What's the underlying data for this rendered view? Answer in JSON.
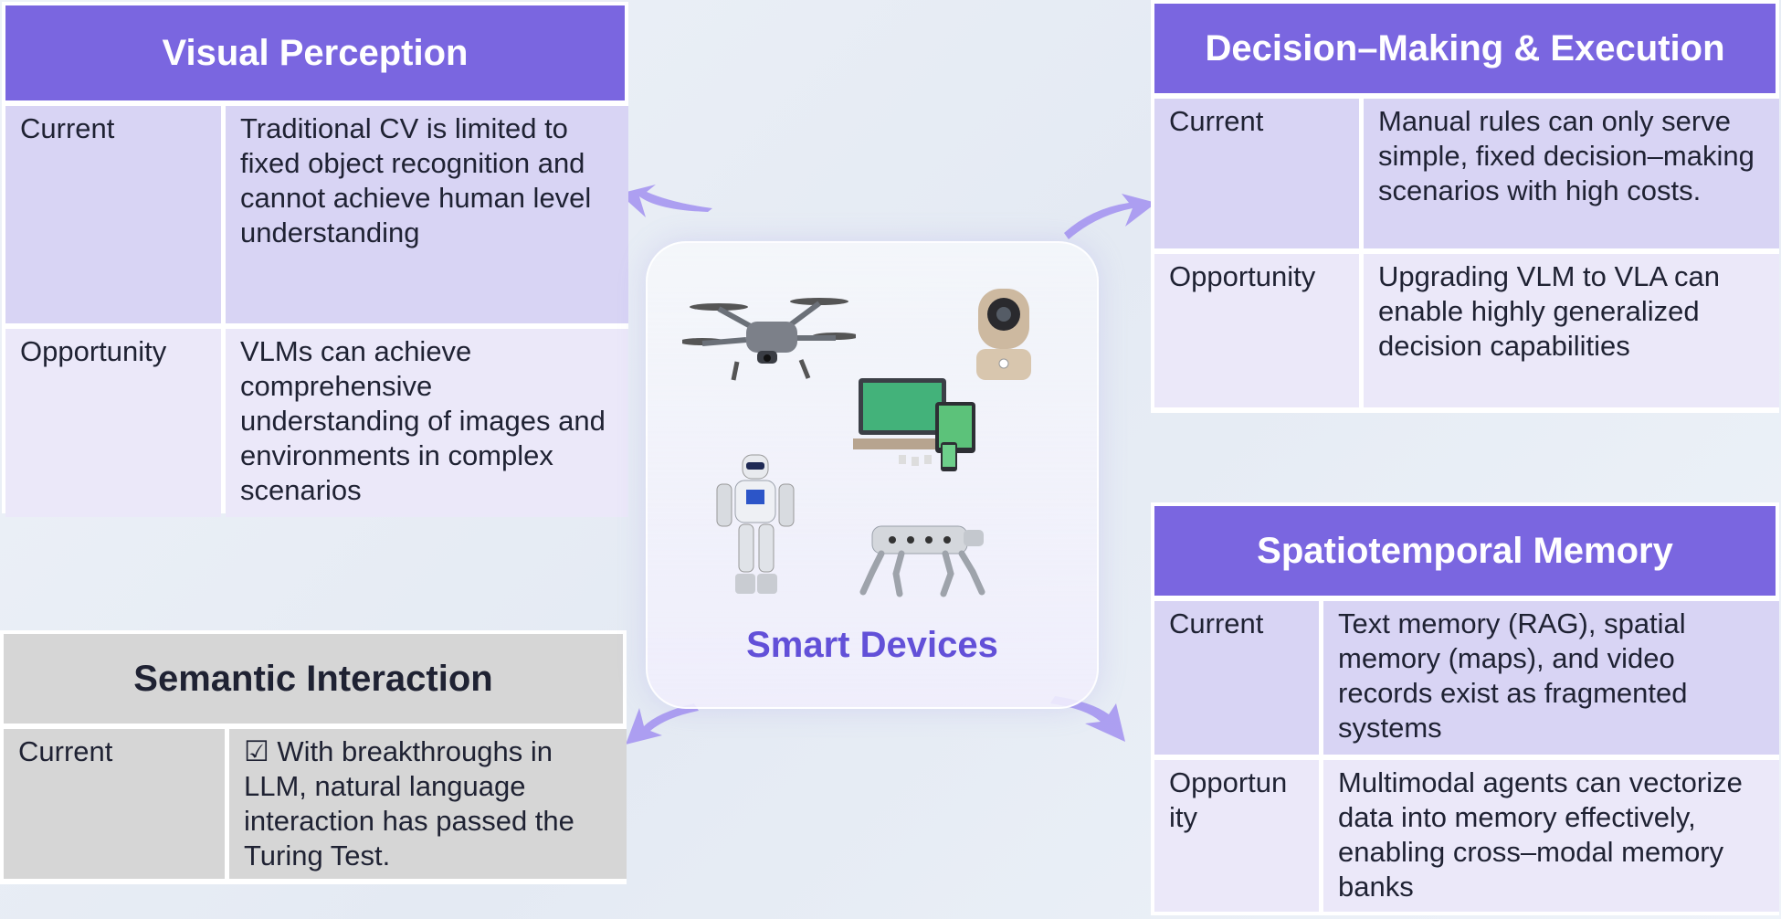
{
  "center": {
    "title": "Smart Devices",
    "devices": [
      "drone-icon",
      "camera-icon",
      "laptop-tablet-phone-icon",
      "humanoid-robot-icon",
      "robot-dog-icon"
    ]
  },
  "panels": {
    "visual_perception": {
      "title": "Visual Perception",
      "rows": [
        {
          "label": "Current",
          "text": "Traditional CV is limited to fixed object recognition and cannot achieve human level understanding"
        },
        {
          "label": "Opportunity",
          "text": "VLMs can achieve comprehensive understanding of images and environments in complex scenarios"
        }
      ]
    },
    "decision_making": {
      "title": "Decision–Making & Execution",
      "rows": [
        {
          "label": "Current",
          "text": "Manual rules can only serve simple, fixed decision–making scenarios with high costs."
        },
        {
          "label": "Opportunity",
          "text": "Upgrading VLM to VLA can enable highly generalized decision capabilities"
        }
      ]
    },
    "semantic_interaction": {
      "title": "Semantic Interaction",
      "rows": [
        {
          "label": "Current",
          "text": "☑ With breakthroughs in LLM, natural language interaction has passed the Turing Test."
        }
      ]
    },
    "spatiotemporal_memory": {
      "title": "Spatiotemporal Memory",
      "rows": [
        {
          "label": "Current",
          "text": "Text memory (RAG), spatial memory (maps), and video records exist as fragmented systems"
        },
        {
          "label": "Opportun ity",
          "text": "Multimodal agents can vectorize data into memory effectively, enabling cross–modal memory banks"
        }
      ]
    }
  },
  "colors": {
    "accent": "#7a66e0",
    "title": "#6250d8",
    "grey": "#d6d6d6"
  }
}
